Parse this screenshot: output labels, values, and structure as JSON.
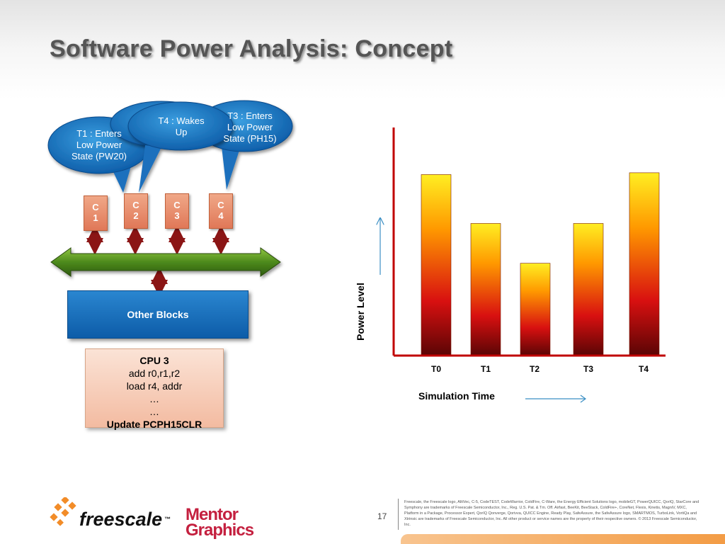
{
  "slide": {
    "title": "Software Power Analysis: Concept",
    "page_number": "17"
  },
  "callouts": [
    {
      "id": "t1",
      "text": "T1 : Enters\nLow  Power\nState (PW20)"
    },
    {
      "id": "t3",
      "text": "T3 : Enters\nLow Power\nState (PH15)"
    },
    {
      "id": "t4",
      "text": "T4 : Wakes\nUp"
    }
  ],
  "cpus": [
    {
      "label": "C\n1"
    },
    {
      "label": "C\n2"
    },
    {
      "label": "C\n3"
    },
    {
      "label": "C\n4"
    }
  ],
  "other_blocks_label": "Other Blocks",
  "code_box": {
    "heading": "CPU 3",
    "line1": "add r0,r1,r2",
    "line2": "load r4, addr",
    "line3": "…",
    "line4": "…",
    "footer": "Update PCPH15CLR"
  },
  "chart_data": {
    "type": "bar",
    "categories": [
      "T0",
      "T1",
      "T2",
      "T3",
      "T4"
    ],
    "values": [
      100,
      73,
      51,
      73,
      101
    ],
    "ylim": [
      0,
      126
    ],
    "xlabel": "Simulation Time",
    "ylabel": "Power Level",
    "grid": false,
    "bar_gradient": [
      "#ffee22",
      "#ff9900",
      "#d81010",
      "#5a0505"
    ]
  },
  "footer": {
    "freescale_logo_text": "freescale",
    "tm": "™",
    "mentor_logo_text": "Mentor Graphics",
    "legal_text": "Freescale, the Freescale logo, AltiVec, C-5, CodeTEST, CodeWarrior, ColdFire, C-Ware, the Energy Efficient Solutions logo, mobileGT, PowerQUICC, QorIQ, StarCore and Symphony are trademarks of Freescale Semiconductor, Inc., Reg. U.S. Pat. & Tm. Off. Airfast, BeeKit, BeeStack, ColdFire+, CoreNet, Flexis, Kinetis, MagniV, MXC, Platform in a Package, Processor Expert, QorIQ Qonverge, Qorivva, QUICC Engine, Ready Play, SafeAssure, the SafeAssure logo, SMARTMOS, TurboLink, VortiQa and Xtrinsic are trademarks of Freescale Semiconductor, Inc. All other product or service names are the property of their respective owners. © 2013 Freescale Semiconductor, Inc."
  }
}
